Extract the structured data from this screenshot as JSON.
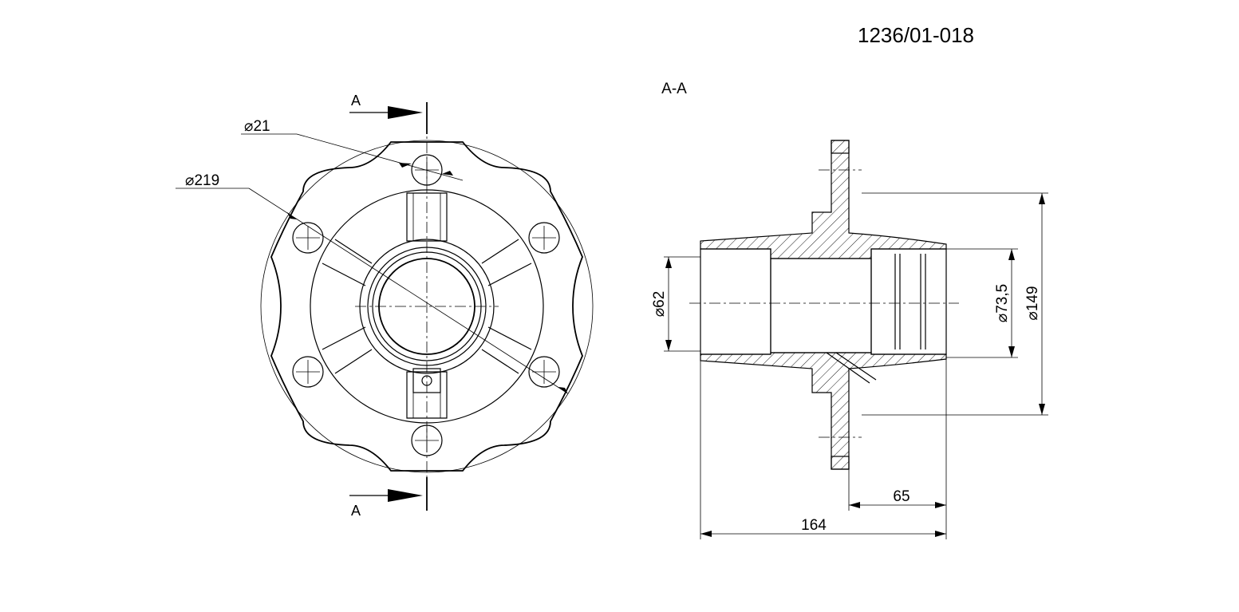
{
  "drawing_number": "1236/01-018",
  "section_title": "A-A",
  "section_marker_top": "A",
  "section_marker_bottom": "A",
  "dimensions": {
    "bolt_hole_diameter": "⌀21",
    "bolt_circle_diameter": "⌀219",
    "bore_left": "⌀62",
    "bore_right": "⌀73,5",
    "flange_pilot": "⌀149",
    "flange_to_end": "65",
    "overall_length": "164"
  }
}
